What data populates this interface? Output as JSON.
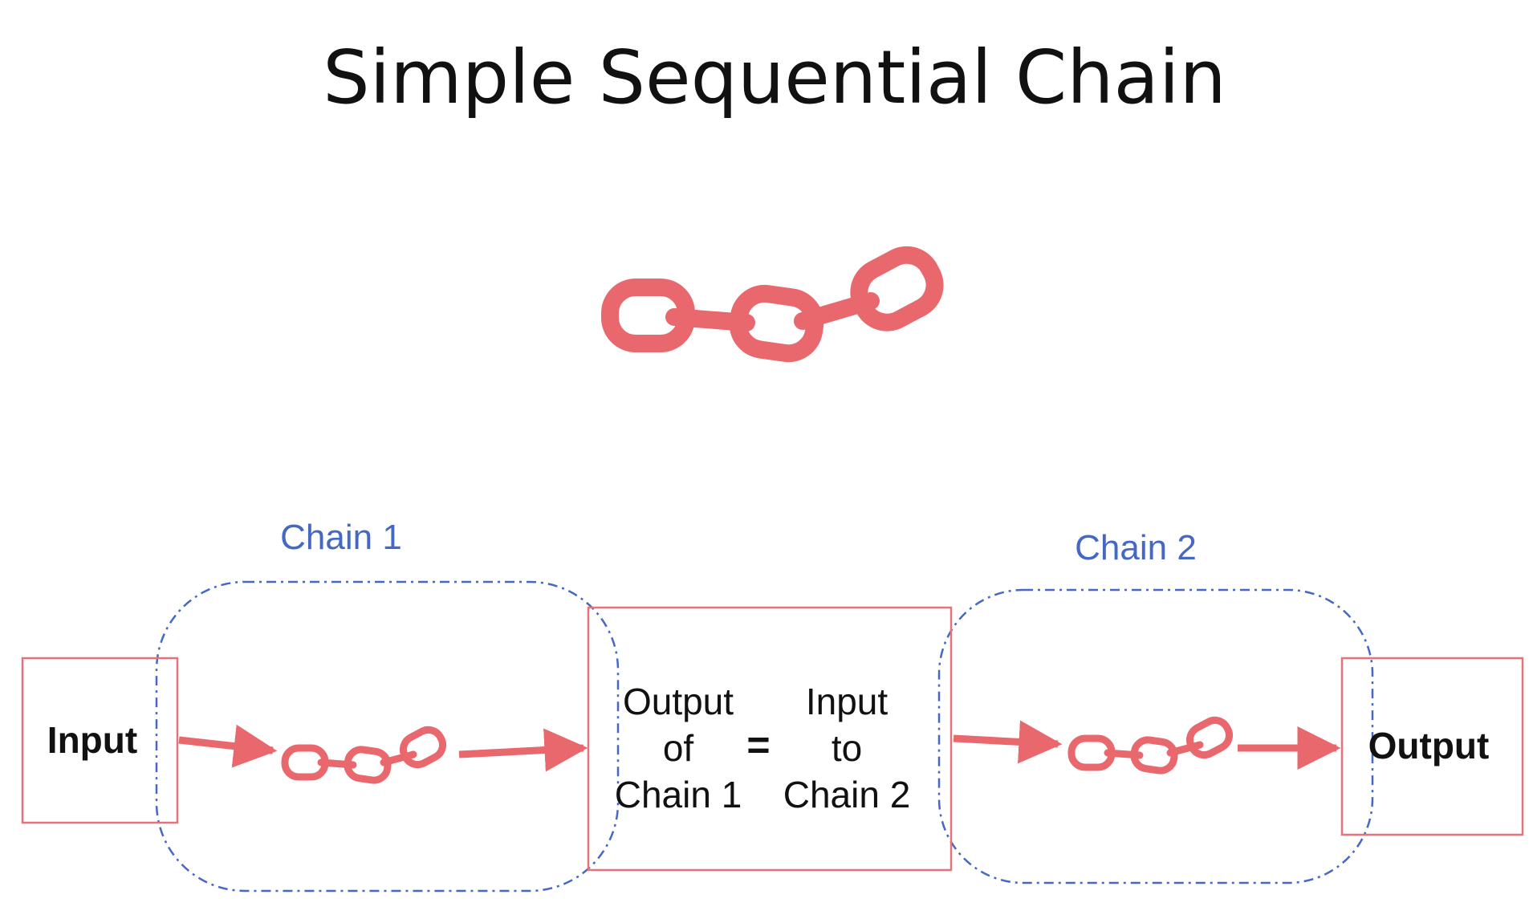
{
  "title": "Simple Sequential Chain",
  "colors": {
    "chain_icon": "#e8686e",
    "arrow": "#e8686e",
    "box_border": "#e8727a",
    "group_border": "#4468c4",
    "label_blue": "#4468c4",
    "text": "#111111"
  },
  "icons": {
    "hero": "chain-link-icon",
    "chain1": "chain-link-icon",
    "chain2": "chain-link-icon"
  },
  "groups": {
    "chain1": {
      "label": "Chain 1"
    },
    "chain2": {
      "label": "Chain 2"
    }
  },
  "nodes": {
    "input": {
      "label": "Input"
    },
    "middle": {
      "left_lines": [
        "Output",
        "of",
        "Chain 1"
      ],
      "equals": "=",
      "right_lines": [
        "Input",
        "to",
        "Chain 2"
      ]
    },
    "output": {
      "label": "Output"
    }
  }
}
